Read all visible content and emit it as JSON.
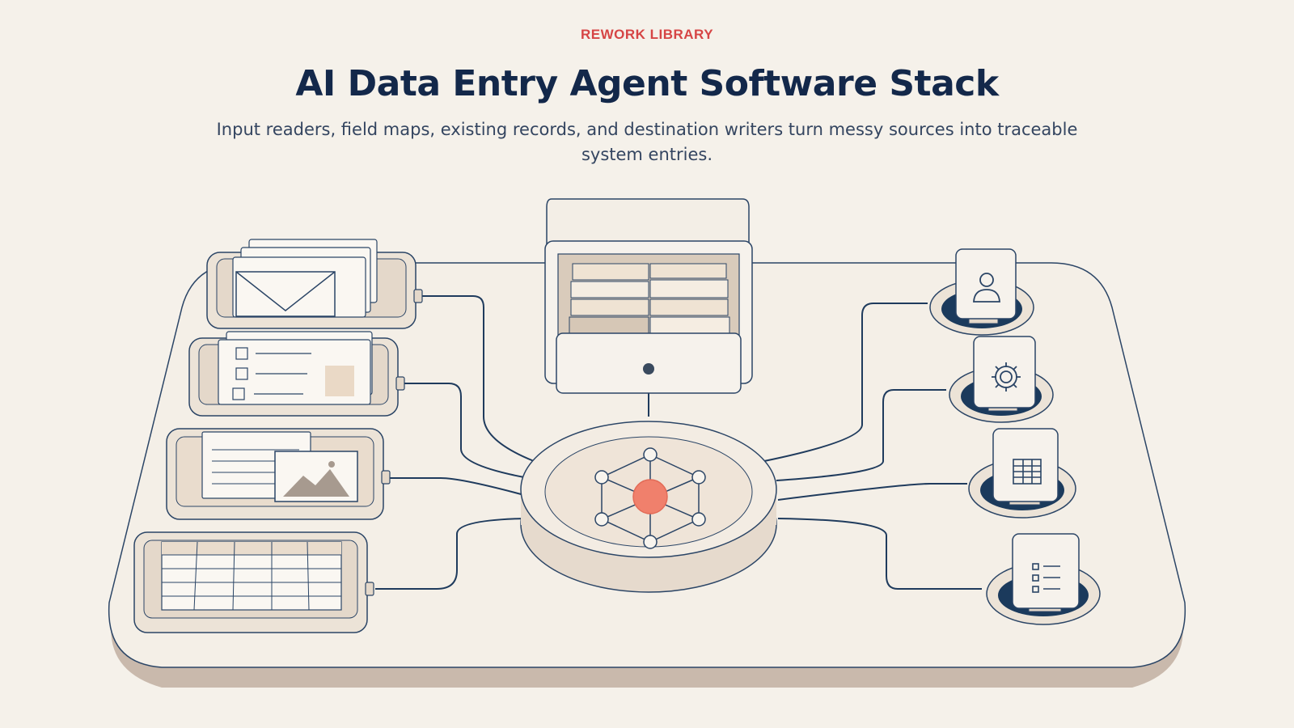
{
  "header": {
    "eyebrow": "REWORK LIBRARY",
    "title": "AI Data Entry Agent Software Stack",
    "subtitle": "Input readers, field maps, existing records, and destination writers turn messy sources into traceable system entries."
  },
  "diagram": {
    "inputs": [
      {
        "icon": "envelope-icon"
      },
      {
        "icon": "form-checklist-icon"
      },
      {
        "icon": "document-image-icon"
      },
      {
        "icon": "spreadsheet-icon"
      }
    ],
    "hub": {
      "icon": "network-hub-icon"
    },
    "records": {
      "icon": "file-drawer-icon"
    },
    "outputs": [
      {
        "icon": "user-icon"
      },
      {
        "icon": "gear-icon"
      },
      {
        "icon": "table-icon"
      },
      {
        "icon": "list-icon"
      }
    ],
    "colors": {
      "accent": "#d64545",
      "ink": "#13284a",
      "line": "#2b4566",
      "hub_core": "#f0806c",
      "platform": "#f3eee6",
      "platform_edge": "#cdbfb3",
      "slot_fill": "#1b3a5c"
    }
  }
}
